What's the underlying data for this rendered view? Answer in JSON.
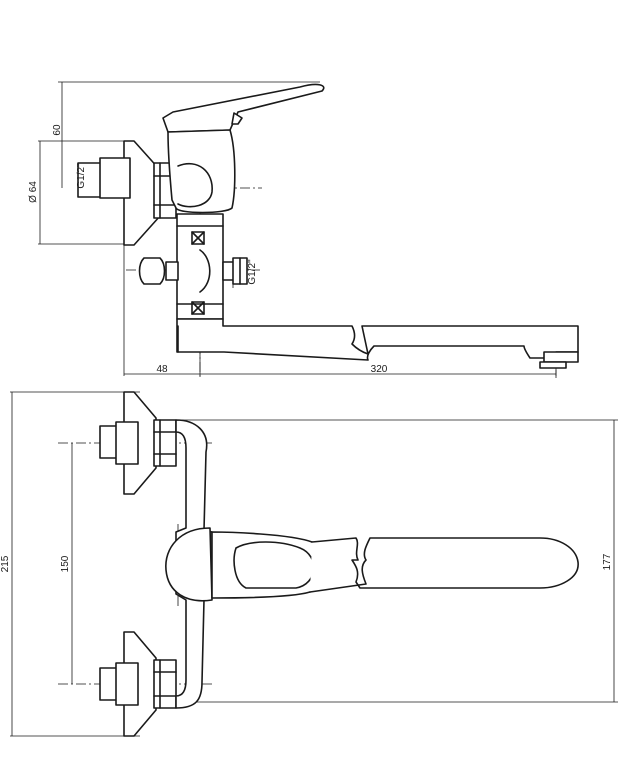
{
  "dimensions": {
    "d60": "60",
    "d64": "Ø 64",
    "thread_top": "G1/2\"",
    "thread_side": "G1/2\"",
    "d48": "48",
    "d320": "320",
    "d215": "215",
    "d150": "150",
    "d177": "177"
  }
}
